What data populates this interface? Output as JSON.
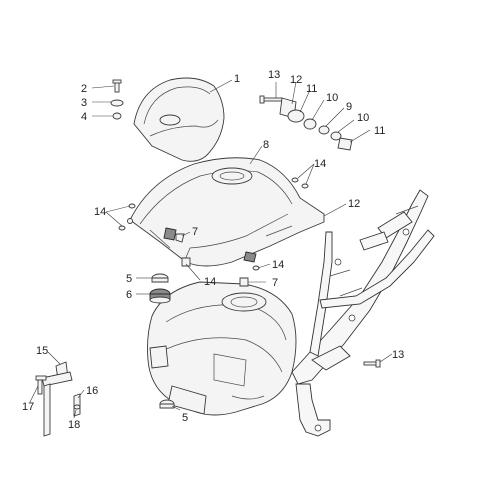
{
  "diagram": {
    "callouts": [
      {
        "id": "c1",
        "text": "1"
      },
      {
        "id": "c2",
        "text": "2"
      },
      {
        "id": "c3",
        "text": "3"
      },
      {
        "id": "c4",
        "text": "4"
      },
      {
        "id": "c13a",
        "text": "13"
      },
      {
        "id": "c12a",
        "text": "12"
      },
      {
        "id": "c11a",
        "text": "11"
      },
      {
        "id": "c10a",
        "text": "10"
      },
      {
        "id": "c9",
        "text": "9"
      },
      {
        "id": "c10b",
        "text": "10"
      },
      {
        "id": "c11b",
        "text": "11"
      },
      {
        "id": "c8",
        "text": "8"
      },
      {
        "id": "c14a",
        "text": "14"
      },
      {
        "id": "c14b",
        "text": "14"
      },
      {
        "id": "c12b",
        "text": "12"
      },
      {
        "id": "c7a",
        "text": "7"
      },
      {
        "id": "c5a",
        "text": "5"
      },
      {
        "id": "c6",
        "text": "6"
      },
      {
        "id": "c14c",
        "text": "14"
      },
      {
        "id": "c14d",
        "text": "14"
      },
      {
        "id": "c7b",
        "text": "7"
      },
      {
        "id": "c15",
        "text": "15"
      },
      {
        "id": "c16",
        "text": "16"
      },
      {
        "id": "c17",
        "text": "17"
      },
      {
        "id": "c18",
        "text": "18"
      },
      {
        "id": "c5b",
        "text": "5"
      },
      {
        "id": "c13b",
        "text": "13"
      }
    ]
  }
}
